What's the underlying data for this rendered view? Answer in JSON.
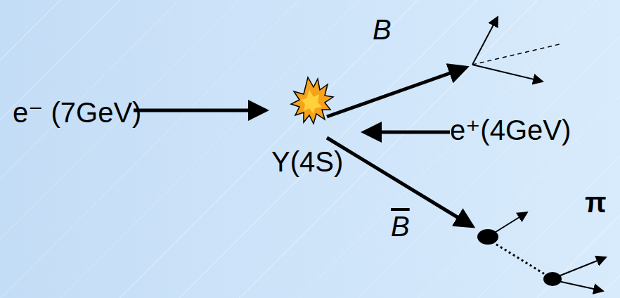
{
  "diagram": {
    "labels": [
      "B",
      "e⁻ (7GeV)",
      "e⁺(4GeV)",
      "Υ(4S)",
      "π",
      "B"
    ]
  }
}
